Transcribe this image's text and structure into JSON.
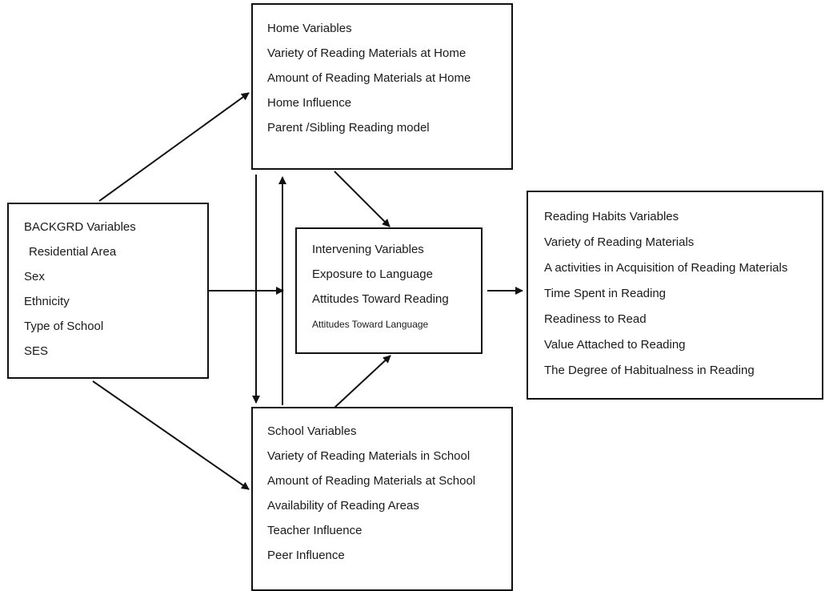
{
  "home": {
    "title": "Home Variables",
    "items": [
      "Variety of Reading Materials at Home",
      "Amount of Reading Materials at Home",
      "Home Influence",
      "Parent /Sibling Reading model"
    ]
  },
  "backgrd": {
    "title": "BACKGRD Variables",
    "items": [
      "Residential Area",
      "Sex",
      "Ethnicity",
      "Type of School",
      "SES"
    ]
  },
  "intervening": {
    "title": "Intervening Variables",
    "items": [
      "Exposure to Language",
      "Attitudes Toward Reading",
      "Attitudes Toward Language"
    ]
  },
  "reading": {
    "title": "Reading Habits Variables",
    "items": [
      "Variety of Reading Materials",
      "A activities in Acquisition of Reading Materials",
      "Time Spent in Reading",
      "Readiness to Read",
      "Value Attached to Reading",
      "The Degree of Habitualness in Reading"
    ]
  },
  "school": {
    "title": "School Variables",
    "items": [
      "Variety of Reading Materials in School",
      "Amount of Reading Materials at School",
      "Availability of Reading Areas",
      "Teacher Influence",
      "Peer Influence"
    ]
  }
}
